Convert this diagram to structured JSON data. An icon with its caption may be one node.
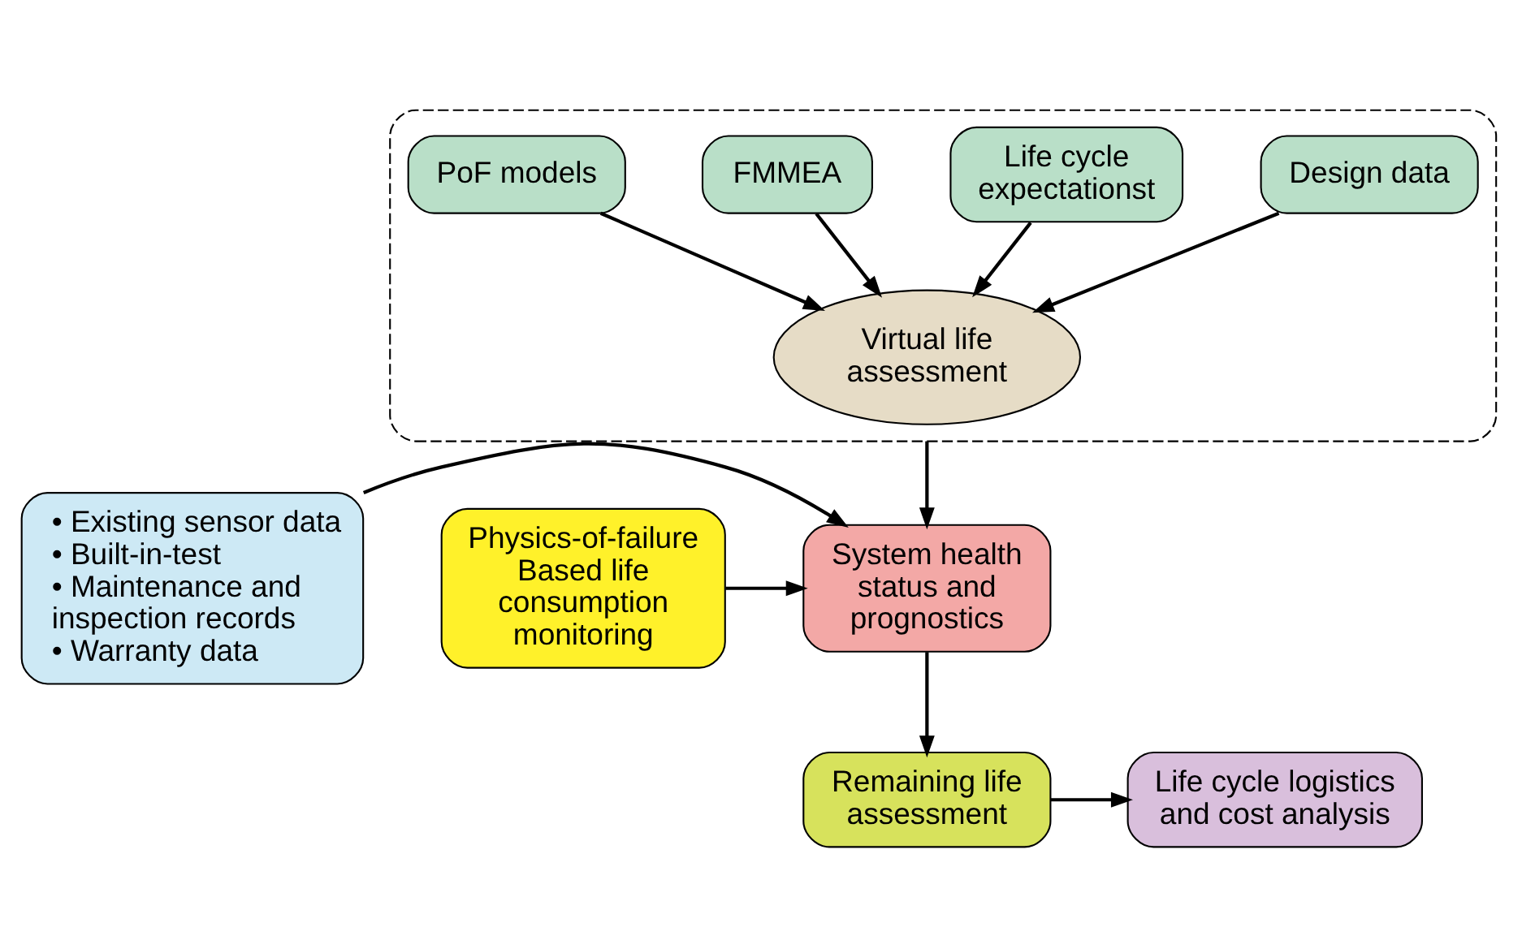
{
  "diagram": {
    "nodes": [
      {
        "text": [],
        "shape": "box"
      },
      {
        "text": [
          "Design data"
        ],
        "in": 0
      },
      {
        "text": [
          "Life cycle expectationst"
        ],
        "in": 0
      },
      {
        "text": [
          "FMMEA"
        ],
        "in": 0
      },
      {
        "text": [
          "PoF models"
        ],
        "in": 0
      },
      {
        "text": [
          "Virtual life assessment"
        ],
        "in": 0
      },
      {
        "text": [
          "• Existing sensor data",
          "• Built-in-test",
          "• Maintenance and inspection records",
          "• Warranty data"
        ]
      },
      {
        "text": [
          "System health status and prognostics"
        ]
      },
      {
        "text": [
          "Physics-of-failure Based life consumption monitoring"
        ]
      },
      {
        "text": [
          "Remaining life assessment"
        ]
      },
      {
        "text": [
          "Life cycle logistics and cost analysis"
        ]
      }
    ],
    "edges": [
      {
        "from": 1,
        "to": 5,
        "arrow": "to"
      },
      {
        "from": 2,
        "to": 5,
        "arrow": "to"
      },
      {
        "from": 3,
        "to": 5,
        "arrow": "to"
      },
      {
        "from": 4,
        "to": 5,
        "arrow": "to"
      },
      {
        "from": 0,
        "to": 7,
        "arrow": "to"
      },
      {
        "from": 6,
        "to": 7,
        "arrow": "to"
      },
      {
        "from": 8,
        "to": 7,
        "arrow": "to"
      },
      {
        "from": 7,
        "to": 9,
        "arrow": "to"
      },
      {
        "from": 9,
        "to": 10,
        "arrow": "to"
      }
    ]
  }
}
